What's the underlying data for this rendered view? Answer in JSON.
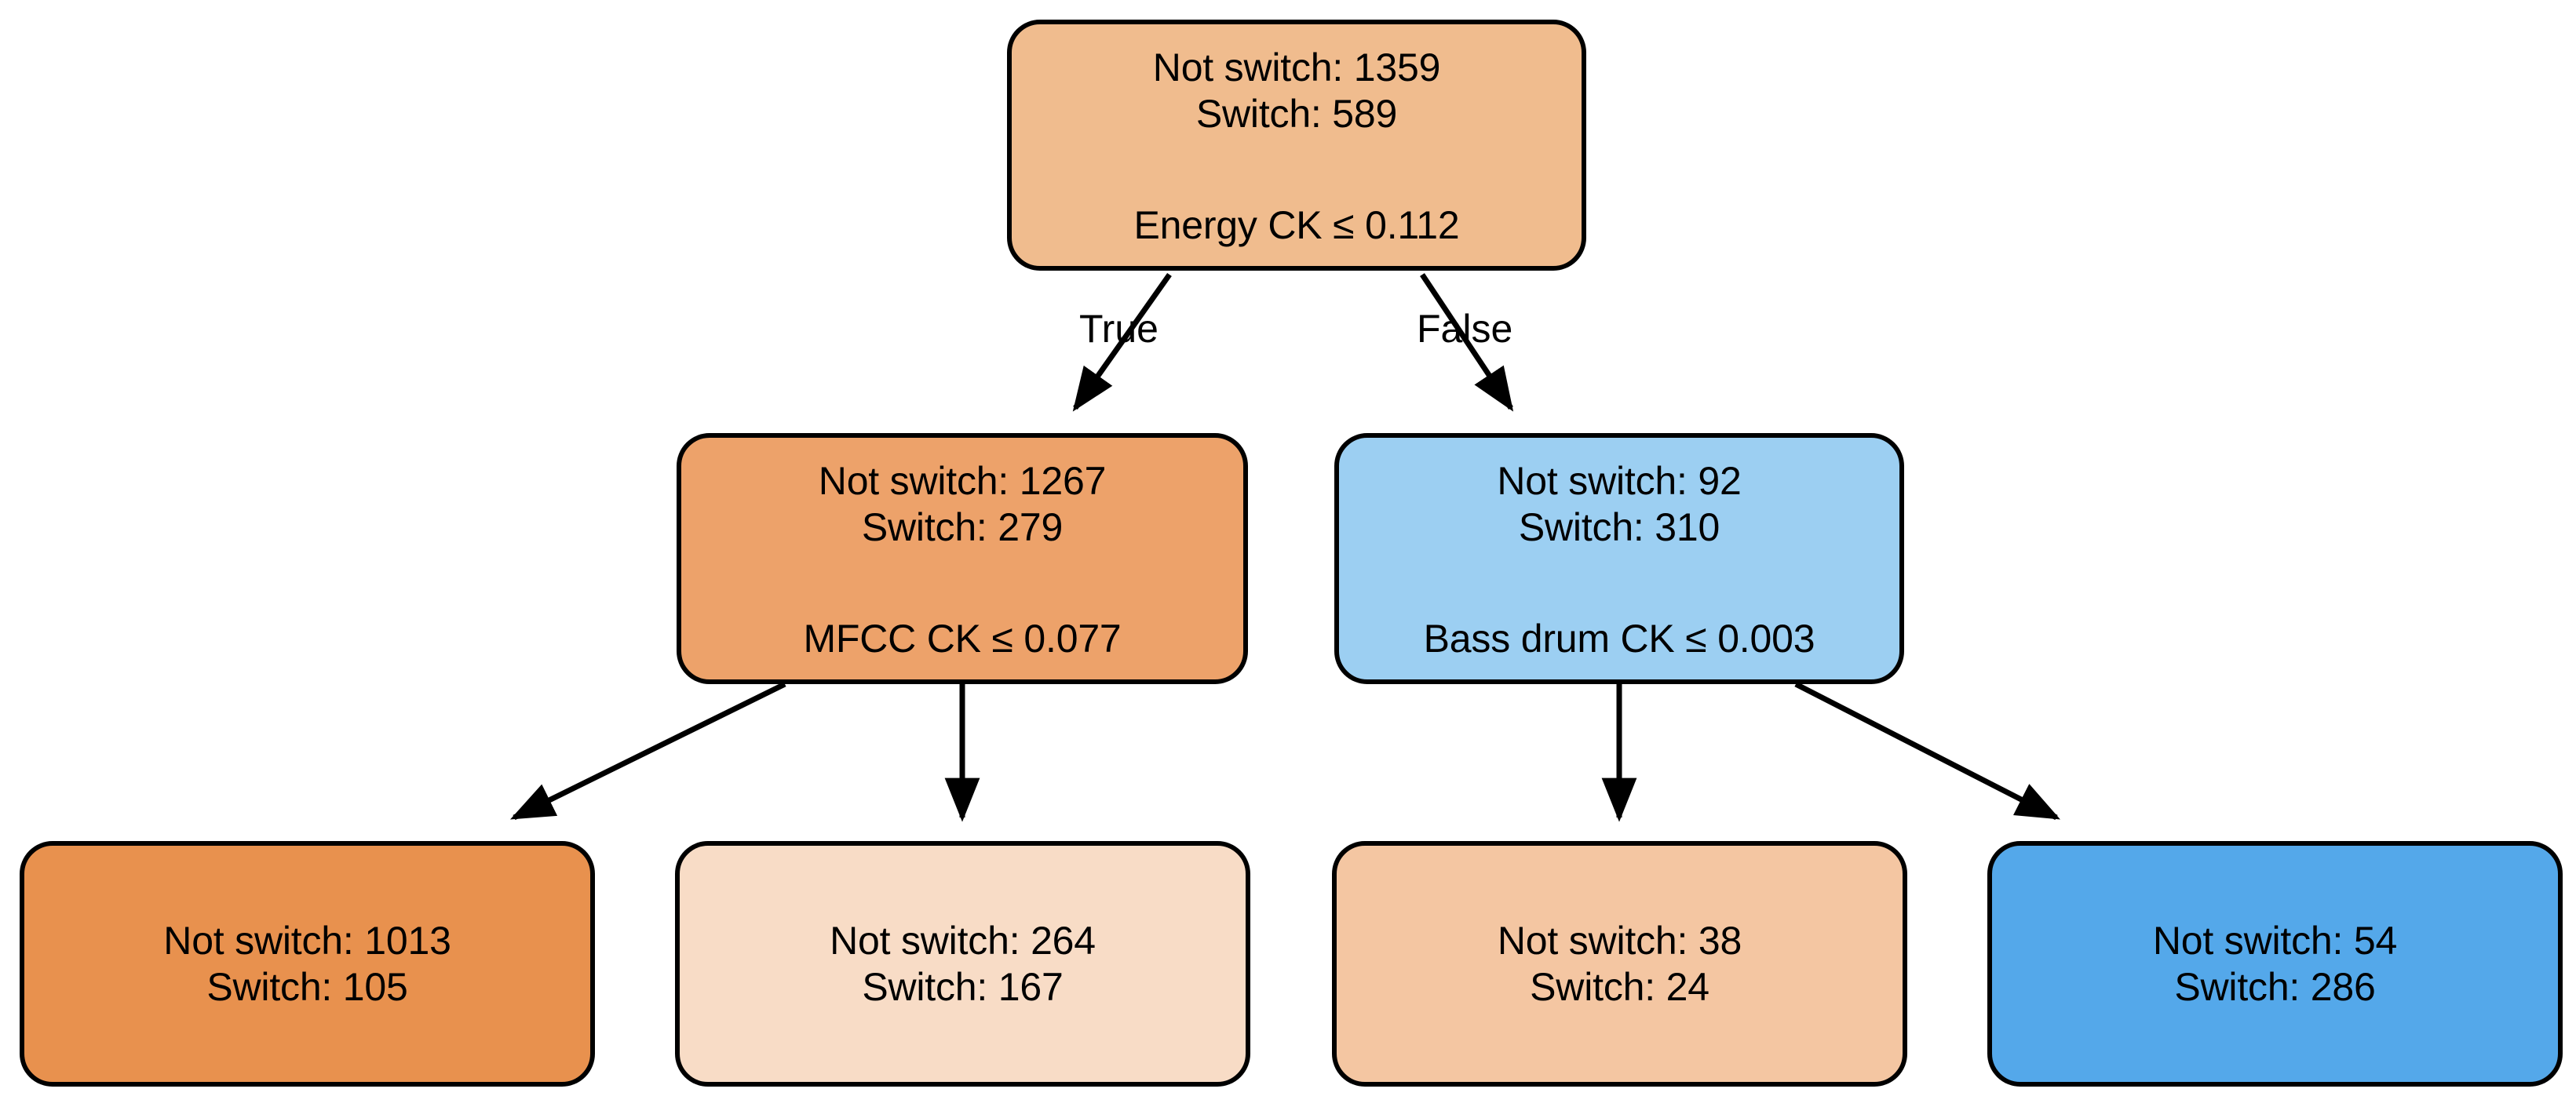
{
  "diagram": {
    "type": "decision-tree",
    "title": "",
    "background_color": "#ffffff",
    "border_color": "#000000",
    "text_color": "#000000",
    "class_labels": [
      "Not switch",
      "Switch"
    ],
    "edge_labels": {
      "left": "True",
      "right": "False"
    },
    "nodes": [
      {
        "id": "root",
        "kind": "internal",
        "not_switch": "Not switch: 1359",
        "switch": "Switch: 589",
        "rule": "Energy CK ≤ 0.112",
        "fill": "#f0bc8e",
        "counts": {
          "not_switch": 1359,
          "switch": 589
        },
        "feature": "Energy CK",
        "threshold": 0.112
      },
      {
        "id": "mid-left",
        "kind": "internal",
        "not_switch": "Not switch: 1267",
        "switch": "Switch: 279",
        "rule": "MFCC CK ≤ 0.077",
        "fill": "#eda26a",
        "counts": {
          "not_switch": 1267,
          "switch": 279
        },
        "feature": "MFCC CK",
        "threshold": 0.077
      },
      {
        "id": "mid-right",
        "kind": "internal",
        "not_switch": "Not switch: 92",
        "switch": "Switch: 310",
        "rule": "Bass drum CK ≤ 0.003",
        "fill": "#9ccff2",
        "counts": {
          "not_switch": 92,
          "switch": 310
        },
        "feature": "Bass drum CK",
        "threshold": 0.003
      },
      {
        "id": "leaf-1",
        "kind": "leaf",
        "not_switch": "Not switch: 1013",
        "switch": "Switch: 105",
        "fill": "#e8914e",
        "counts": {
          "not_switch": 1013,
          "switch": 105
        }
      },
      {
        "id": "leaf-2",
        "kind": "leaf",
        "not_switch": "Not switch: 264",
        "switch": "Switch: 167",
        "fill": "#f8dcc6",
        "counts": {
          "not_switch": 264,
          "switch": 167
        }
      },
      {
        "id": "leaf-3",
        "kind": "leaf",
        "not_switch": "Not switch: 38",
        "switch": "Switch: 24",
        "fill": "#f4c6a2",
        "counts": {
          "not_switch": 38,
          "switch": 24
        }
      },
      {
        "id": "leaf-4",
        "kind": "leaf",
        "not_switch": "Not switch: 54",
        "switch": "Switch: 286",
        "fill": "#54a8ea",
        "counts": {
          "not_switch": 54,
          "switch": 286
        }
      }
    ]
  }
}
